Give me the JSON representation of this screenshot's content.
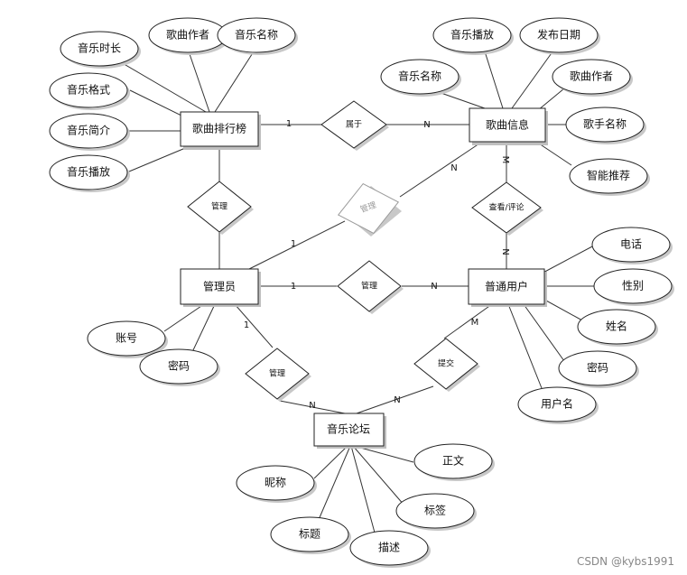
{
  "entities": {
    "song_ranking": "歌曲排行榜",
    "song_info": "歌曲信息",
    "admin": "管理员",
    "user": "普通用户",
    "forum": "音乐论坛"
  },
  "relationships": {
    "belongs_to": "属于",
    "manage_ranking": "管理",
    "manage_songs": "管理",
    "view_comment": "查看/评论",
    "manage_users": "管理",
    "manage_forum": "管理",
    "submit": "提交"
  },
  "attributes": {
    "ranking_duration": "音乐时长",
    "ranking_composer": "歌曲作者",
    "ranking_name": "音乐名称",
    "ranking_format": "音乐格式",
    "ranking_intro": "音乐简介",
    "ranking_play": "音乐播放",
    "song_play": "音乐播放",
    "song_date": "发布日期",
    "song_name": "音乐名称",
    "song_composer": "歌曲作者",
    "song_singer": "歌手名称",
    "song_recommend": "智能推荐",
    "admin_account": "账号",
    "admin_password": "密码",
    "user_phone": "电话",
    "user_gender": "性别",
    "user_name": "姓名",
    "user_password": "密码",
    "user_username": "用户名",
    "forum_nickname": "昵称",
    "forum_body": "正文",
    "forum_title": "标题",
    "forum_tag": "标签",
    "forum_desc": "描述"
  },
  "cardinalities": {
    "ranking_belongs": "1",
    "songs_belongs": "N",
    "admin_songs": "1",
    "songs_manage": "N",
    "songs_view": "M",
    "user_view": "N",
    "admin_users": "1",
    "users_manage": "N",
    "admin_forum": "1",
    "forum_admin": "N",
    "user_submit": "M",
    "forum_submit": "N"
  },
  "watermark": "CSDN @kybs1991"
}
